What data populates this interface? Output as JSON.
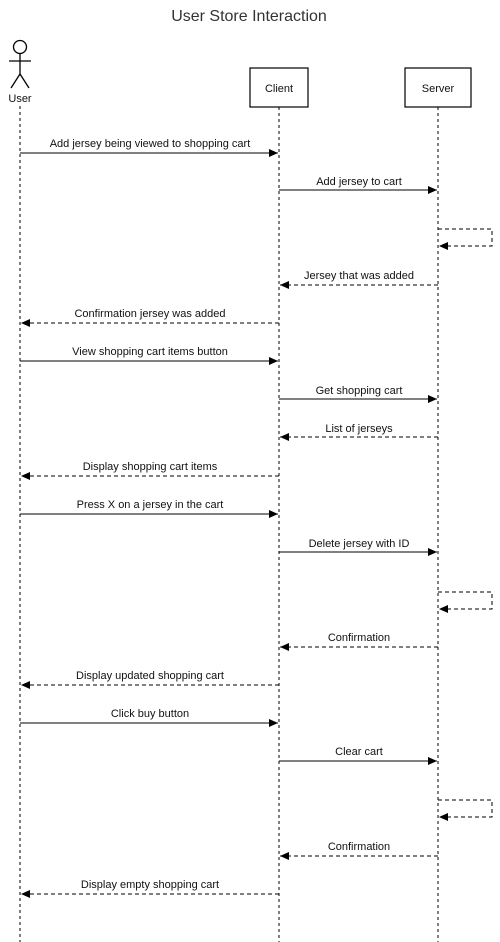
{
  "diagram": {
    "title": "User Store Interaction",
    "participants": {
      "user": "User",
      "client": "Client",
      "server": "Server"
    },
    "messages": [
      "Add jersey being viewed to shopping cart",
      "Add jersey to cart",
      "Jersey that was added",
      "Confirmation jersey was added",
      "View shopping cart items button",
      "Get shopping cart",
      "List of jerseys",
      "Display shopping cart items",
      "Press X on a jersey in the cart",
      "Delete jersey with ID",
      "Confirmation",
      "Display updated shopping cart",
      "Click buy button",
      "Clear cart",
      "Confirmation",
      "Display empty shopping cart"
    ]
  }
}
